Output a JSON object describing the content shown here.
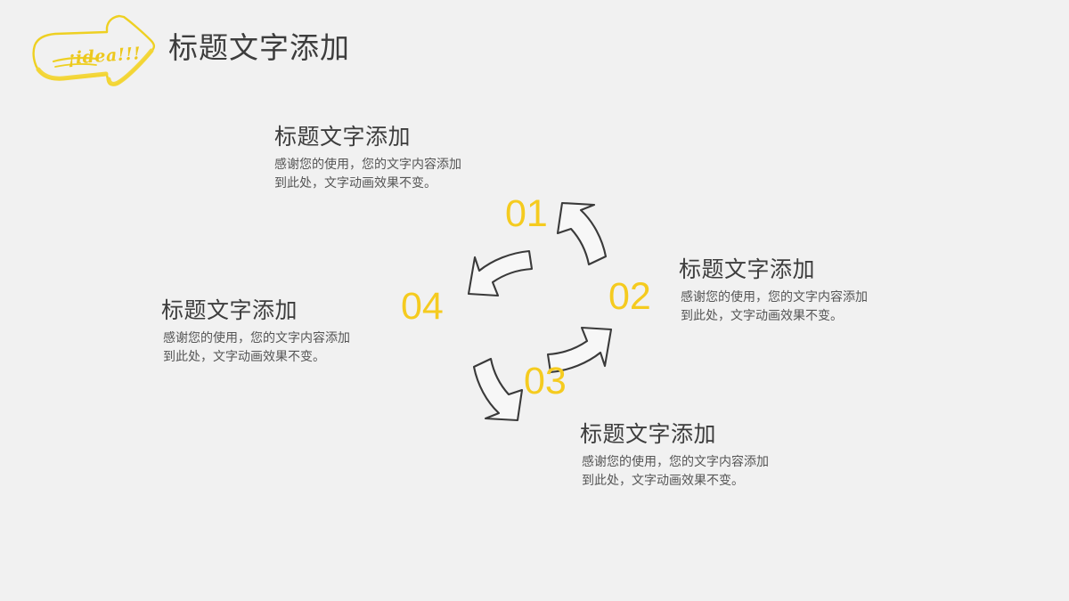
{
  "slide": {
    "background_color": "#f1f1f1",
    "title": "标题文字添加",
    "logo": {
      "name": "idea-arrow-logo",
      "text": "¡idea!!!",
      "color": "#f0d021"
    }
  },
  "theme": {
    "accent_yellow": "#f5cb1f",
    "logo_yellow": "#f0d021",
    "heading_gray": "#3d3d3d",
    "body_gray": "#555555",
    "arrow_stroke": "#3a3a3a"
  },
  "diagram": {
    "type": "cycle-four-step",
    "arrow_count": 4,
    "arrows": [
      {
        "name": "arrow-top-right",
        "direction": "up-left"
      },
      {
        "name": "arrow-bottom-right",
        "direction": "up-right"
      },
      {
        "name": "arrow-bottom-left",
        "direction": "down-right"
      },
      {
        "name": "arrow-top-left",
        "direction": "down-left"
      }
    ],
    "numbers": [
      "01",
      "02",
      "03",
      "04"
    ]
  },
  "blocks": [
    {
      "number": "01",
      "heading": "标题文字添加",
      "body_line1": "感谢您的使用，您的文字内容添加",
      "body_line2": "到此处，文字动画效果不变。"
    },
    {
      "number": "02",
      "heading": "标题文字添加",
      "body_line1": "感谢您的使用，您的文字内容添加",
      "body_line2": "到此处，文字动画效果不变。"
    },
    {
      "number": "03",
      "heading": "标题文字添加",
      "body_line1": "感谢您的使用，您的文字内容添加",
      "body_line2": "到此处，文字动画效果不变。"
    },
    {
      "number": "04",
      "heading": "标题文字添加",
      "body_line1": "感谢您的使用，您的文字内容添加",
      "body_line2": "到此处，文字动画效果不变。"
    }
  ]
}
